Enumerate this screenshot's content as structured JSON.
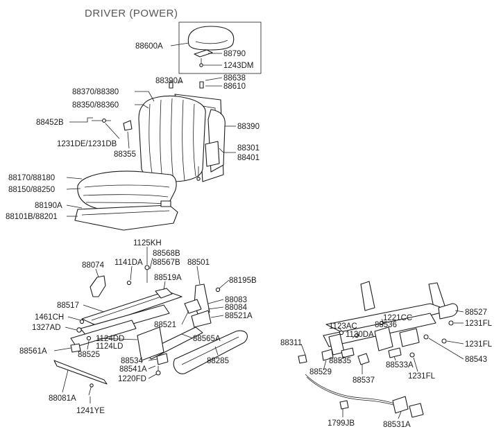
{
  "title": "DRIVER (POWER)",
  "colors": {
    "ink": "#1a1a1a",
    "title": "#555555",
    "background": "#ffffff"
  },
  "labels": {
    "p88600A": "88600A",
    "p88790": "88790",
    "p1243DM": "1243DM",
    "p88390A": "88390A",
    "p88638": "88638",
    "p88610": "88610",
    "p88370_88380": "88370/88380",
    "p88350_88360": "88350/88360",
    "p88452B": "88452B",
    "p88390": "88390",
    "p1231DE_1231DB": "1231DE/1231DB",
    "p88355": "88355",
    "p88301": "88301",
    "p88401": "88401",
    "p88170_88180": "88170/88180",
    "p88150_88250": "88150/88250",
    "p88190A": "88190A",
    "p88101B_88201": "88101B/88201",
    "p1125KH": "1125KH",
    "p88568B": "88568B",
    "p88567B": "88567B",
    "p88074": "88074",
    "p1141DA": "1141DA",
    "p88501": "88501",
    "p88519A": "88519A",
    "p88195B": "88195B",
    "p88083": "88083",
    "p88084": "88084",
    "p88517": "88517",
    "p88521": "88521",
    "p88521A": "88521A",
    "p1461CH": "1461CH",
    "p1327AD": "1327AD",
    "p1124DD": "1124DD",
    "p1124LD": "1124LD",
    "p88565A": "88565A",
    "p88561A": "88561A",
    "p88525": "88525",
    "p88534": "88534",
    "p88541A": "88541A",
    "p1220FD": "1220FD",
    "p88285": "88285",
    "p88081A": "88081A",
    "p1241YE": "1241YE",
    "p88527": "88527",
    "p1221CC": "1221CC",
    "p1231FL_a": "1231FL",
    "p1123AC": "1123AC",
    "p88536": "88536",
    "p1130DA": "1130DA",
    "p88311": "88311",
    "p1231FL_b": "1231FL",
    "p88543": "88543",
    "p88535": "88535",
    "p88533A": "88533A",
    "p88529": "88529",
    "p88537": "88537",
    "p1231FL_c": "1231FL",
    "p1799JB": "1799JB",
    "p88531A": "88531A"
  }
}
